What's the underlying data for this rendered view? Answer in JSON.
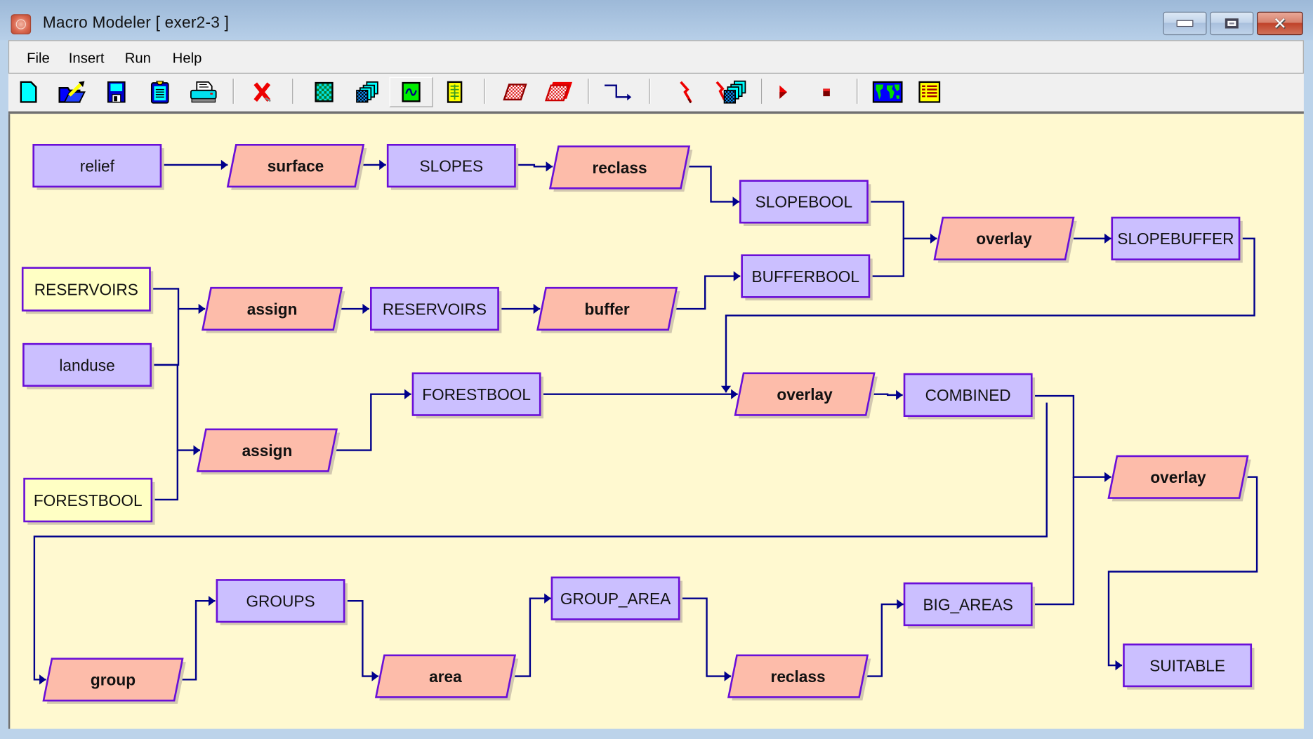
{
  "window": {
    "title": "Macro Modeler  [ exer2-3 ]",
    "controls": [
      {
        "name": "minimize",
        "icon": "minimize-icon"
      },
      {
        "name": "maximize",
        "icon": "restore-icon"
      },
      {
        "name": "close",
        "icon": "close-icon"
      }
    ]
  },
  "menu": [
    "File",
    "Insert",
    "Run",
    "Help"
  ],
  "toolbar": [
    {
      "icon": "new-file-icon",
      "tooltip": "New"
    },
    {
      "icon": "open-folder-icon",
      "tooltip": "Open"
    },
    {
      "icon": "save-disk-icon",
      "tooltip": "Save"
    },
    {
      "icon": "clipboard-icon",
      "tooltip": "Copy"
    },
    {
      "icon": "printer-icon",
      "tooltip": "Print"
    },
    {
      "icon": "delete-x-icon",
      "tooltip": "Delete"
    },
    {
      "icon": "raster-layer-icon",
      "tooltip": "Raster Layer"
    },
    {
      "icon": "raster-group-icon",
      "tooltip": "Raster Group"
    },
    {
      "icon": "vector-layer-icon",
      "tooltip": "Vector Layer",
      "pressed": true
    },
    {
      "icon": "data-table-icon",
      "tooltip": "Attribute File"
    },
    {
      "icon": "module-icon",
      "tooltip": "Module"
    },
    {
      "icon": "submodel-icon",
      "tooltip": "Submodel"
    },
    {
      "icon": "connect-icon",
      "tooltip": "Connect"
    },
    {
      "icon": "dynamic-link-icon",
      "tooltip": "Dynamic Link"
    },
    {
      "icon": "group-link-icon",
      "tooltip": "Group Link"
    },
    {
      "icon": "run-icon",
      "tooltip": "Run"
    },
    {
      "icon": "stop-icon",
      "tooltip": "Stop"
    },
    {
      "icon": "world-map-icon",
      "tooltip": "Display"
    },
    {
      "icon": "list-document-icon",
      "tooltip": "Documentation"
    }
  ],
  "colors": {
    "canvas": "#fff9d0",
    "data_layer": "#cbbfff",
    "input_layer": "#ffffc4",
    "process": "#fdbcaa",
    "node_border": "#6a0fd8",
    "connector": "#00008b",
    "shadow": "#d2c8b0"
  },
  "diagram": {
    "nodes": [
      {
        "id": "relief",
        "label": "relief",
        "kind": "data"
      },
      {
        "id": "surface",
        "label": "surface",
        "kind": "process"
      },
      {
        "id": "slopes",
        "label": "SLOPES",
        "kind": "data"
      },
      {
        "id": "reclass1",
        "label": "reclass",
        "kind": "process"
      },
      {
        "id": "slopebool",
        "label": "SLOPEBOOL",
        "kind": "data"
      },
      {
        "id": "overlay1",
        "label": "overlay",
        "kind": "process"
      },
      {
        "id": "slopebuffer",
        "label": "SLOPEBUFFER",
        "kind": "data"
      },
      {
        "id": "reservoirs_in",
        "label": "RESERVOIRS",
        "kind": "input"
      },
      {
        "id": "landuse",
        "label": "landuse",
        "kind": "data"
      },
      {
        "id": "forestbool_in",
        "label": "FORESTBOOL",
        "kind": "input"
      },
      {
        "id": "assign1",
        "label": "assign",
        "kind": "process"
      },
      {
        "id": "reservoirs",
        "label": "RESERVOIRS",
        "kind": "data"
      },
      {
        "id": "buffer",
        "label": "buffer",
        "kind": "process"
      },
      {
        "id": "bufferbool",
        "label": "BUFFERBOOL",
        "kind": "data"
      },
      {
        "id": "assign2",
        "label": "assign",
        "kind": "process"
      },
      {
        "id": "forestbool",
        "label": "FORESTBOOL",
        "kind": "data"
      },
      {
        "id": "overlay2",
        "label": "overlay",
        "kind": "process"
      },
      {
        "id": "combined",
        "label": "COMBINED",
        "kind": "data"
      },
      {
        "id": "overlay3",
        "label": "overlay",
        "kind": "process"
      },
      {
        "id": "group",
        "label": "group",
        "kind": "process"
      },
      {
        "id": "groups",
        "label": "GROUPS",
        "kind": "data"
      },
      {
        "id": "area",
        "label": "area",
        "kind": "process"
      },
      {
        "id": "group_area",
        "label": "GROUP_AREA",
        "kind": "data"
      },
      {
        "id": "reclass2",
        "label": "reclass",
        "kind": "process"
      },
      {
        "id": "big_areas",
        "label": "BIG_AREAS",
        "kind": "data"
      },
      {
        "id": "suitable",
        "label": "SUITABLE",
        "kind": "data"
      }
    ],
    "links": [
      [
        "relief",
        "surface"
      ],
      [
        "surface",
        "slopes"
      ],
      [
        "slopes",
        "reclass1"
      ],
      [
        "reclass1",
        "slopebool"
      ],
      [
        "slopebool",
        "overlay1"
      ],
      [
        "bufferbool",
        "overlay1"
      ],
      [
        "overlay1",
        "slopebuffer"
      ],
      [
        "reservoirs_in",
        "assign1"
      ],
      [
        "landuse",
        "assign1"
      ],
      [
        "assign1",
        "reservoirs"
      ],
      [
        "reservoirs",
        "buffer"
      ],
      [
        "buffer",
        "bufferbool"
      ],
      [
        "landuse",
        "assign2"
      ],
      [
        "forestbool_in",
        "assign2"
      ],
      [
        "assign2",
        "forestbool"
      ],
      [
        "forestbool",
        "overlay2"
      ],
      [
        "slopebuffer",
        "overlay2"
      ],
      [
        "overlay2",
        "combined"
      ],
      [
        "combined",
        "overlay3"
      ],
      [
        "big_areas",
        "overlay3"
      ],
      [
        "overlay3",
        "suitable"
      ],
      [
        "combined",
        "group"
      ],
      [
        "group",
        "groups"
      ],
      [
        "groups",
        "area"
      ],
      [
        "area",
        "group_area"
      ],
      [
        "group_area",
        "reclass2"
      ],
      [
        "reclass2",
        "big_areas"
      ]
    ]
  }
}
